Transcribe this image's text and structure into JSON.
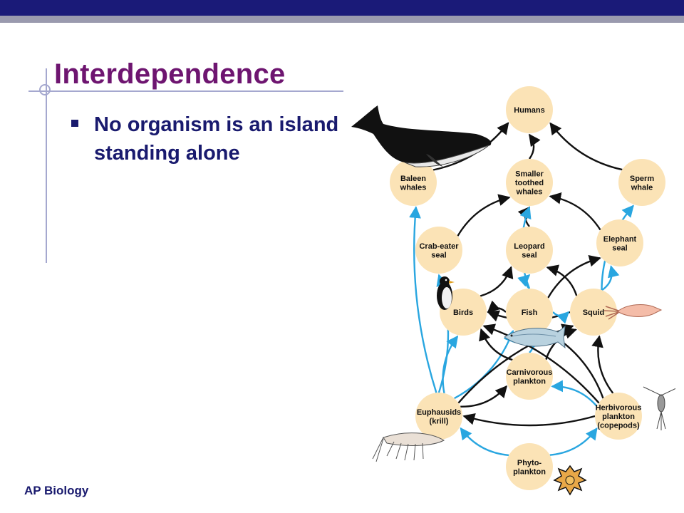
{
  "slide": {
    "title": "Interdependence",
    "bullet": "No organism is an island standing alone",
    "footer": "AP Biology"
  },
  "colors": {
    "title": "#6e1570",
    "text": "#191a6e",
    "top_bar": "#1a1a78",
    "node_fill": "#fbe3b6",
    "arrow_dark": "#111111",
    "arrow_blue": "#29a6e0"
  },
  "diagram": {
    "nodes": [
      {
        "id": "humans",
        "lines": [
          "Humans"
        ]
      },
      {
        "id": "baleen",
        "lines": [
          "Baleen",
          "whales"
        ]
      },
      {
        "id": "toothed",
        "lines": [
          "Smaller",
          "toothed",
          "whales"
        ]
      },
      {
        "id": "sperm",
        "lines": [
          "Sperm",
          "whale"
        ]
      },
      {
        "id": "crabeater",
        "lines": [
          "Crab-eater",
          "seal"
        ]
      },
      {
        "id": "leopard",
        "lines": [
          "Leopard",
          "seal"
        ]
      },
      {
        "id": "elephant",
        "lines": [
          "Elephant",
          "seal"
        ]
      },
      {
        "id": "birds",
        "lines": [
          "Birds"
        ]
      },
      {
        "id": "fish",
        "lines": [
          "Fish"
        ]
      },
      {
        "id": "squid",
        "lines": [
          "Squid"
        ]
      },
      {
        "id": "carnplank",
        "lines": [
          "Carnivorous",
          "plankton"
        ]
      },
      {
        "id": "krill",
        "lines": [
          "Euphausids",
          "(krill)"
        ]
      },
      {
        "id": "herbplank",
        "lines": [
          "Herbivorous",
          "plankton",
          "(copepods)"
        ]
      },
      {
        "id": "phyto",
        "lines": [
          "Phyto-",
          "plankton"
        ]
      }
    ],
    "edges": [
      {
        "from": "baleen",
        "to": "humans",
        "color": "dark"
      },
      {
        "from": "sperm",
        "to": "humans",
        "color": "dark"
      },
      {
        "from": "toothed",
        "to": "humans",
        "color": "dark"
      },
      {
        "from": "crabeater",
        "to": "toothed",
        "color": "dark"
      },
      {
        "from": "elephant",
        "to": "toothed",
        "color": "dark"
      },
      {
        "from": "leopard",
        "to": "toothed",
        "color": "dark"
      },
      {
        "from": "birds",
        "to": "leopard",
        "color": "dark"
      },
      {
        "from": "fish",
        "to": "leopard",
        "color": "blue"
      },
      {
        "from": "squid",
        "to": "leopard",
        "color": "dark"
      },
      {
        "from": "fish",
        "to": "elephant",
        "color": "dark"
      },
      {
        "from": "squid",
        "to": "elephant",
        "color": "blue"
      },
      {
        "from": "squid",
        "to": "sperm",
        "color": "blue"
      },
      {
        "from": "fish",
        "to": "birds",
        "color": "dark"
      },
      {
        "from": "squid",
        "to": "birds",
        "color": "dark"
      },
      {
        "from": "fish",
        "to": "squid",
        "color": "blue"
      },
      {
        "from": "krill",
        "to": "baleen",
        "color": "blue"
      },
      {
        "from": "krill",
        "to": "crabeater",
        "color": "blue"
      },
      {
        "from": "krill",
        "to": "birds",
        "color": "blue"
      },
      {
        "from": "krill",
        "to": "fish",
        "color": "blue"
      },
      {
        "from": "krill",
        "to": "squid",
        "color": "dark"
      },
      {
        "from": "krill",
        "to": "carnplank",
        "color": "dark"
      },
      {
        "from": "carnplank",
        "to": "birds",
        "color": "dark"
      },
      {
        "from": "carnplank",
        "to": "fish",
        "color": "blue"
      },
      {
        "from": "carnplank",
        "to": "squid",
        "color": "dark"
      },
      {
        "from": "herbplank",
        "to": "carnplank",
        "color": "blue"
      },
      {
        "from": "herbplank",
        "to": "krill",
        "color": "dark"
      },
      {
        "from": "herbplank",
        "to": "birds",
        "color": "dark"
      },
      {
        "from": "herbplank",
        "to": "squid",
        "color": "dark"
      },
      {
        "from": "herbplank",
        "to": "fish",
        "color": "dark"
      },
      {
        "from": "phyto",
        "to": "krill",
        "color": "blue"
      },
      {
        "from": "phyto",
        "to": "herbplank",
        "color": "blue"
      },
      {
        "from": "fish",
        "to": "toothed",
        "color": "blue"
      }
    ],
    "illustrations": [
      "whale-icon",
      "penguin-icon",
      "squid-icon",
      "salmon-icon",
      "copepod-icon",
      "krill-icon",
      "phytoplankton-icon"
    ]
  }
}
